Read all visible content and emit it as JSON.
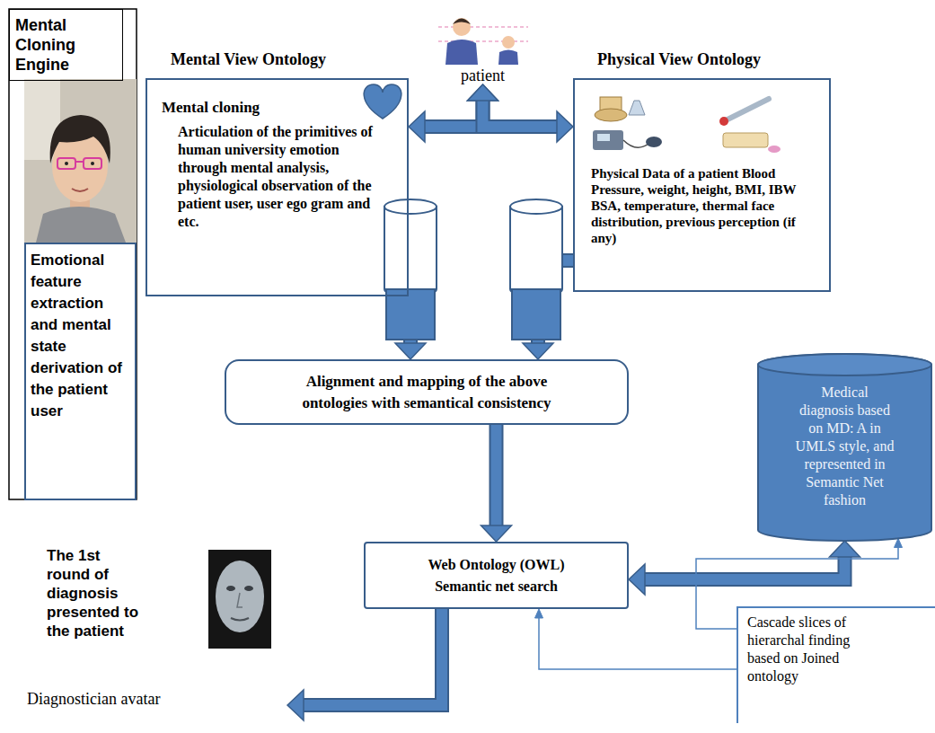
{
  "diagram": {
    "nodes": [
      {
        "text": [
          "Mental Cloning Engine"
        ]
      },
      {
        "text": [
          "Emotional feature extraction and mental state derivation of the patient user"
        ]
      },
      {
        "text": [
          "Mental View Ontology",
          "Mental cloning",
          "Articulation of the primitives of human university emotion through mental analysis, physiological observation of the patient user, user ego gram and etc."
        ]
      },
      {
        "text": [
          "patient"
        ]
      },
      {
        "text": [
          "Physical View Ontology",
          "Physical Data of a patient Blood Pressure, weight, height, BMI, IBW BSA, temperature, thermal face distribution, previous perception (if any)"
        ]
      },
      {
        "text": [
          "Alignment and mapping of the above ontologies with semantical consistency"
        ]
      },
      {
        "text": [
          "Web Ontology (OWL) Semantic net search"
        ]
      },
      {
        "text": [
          "Medical diagnosis based on MD: A in UMLS style, and represented in Semantic Net fashion"
        ]
      },
      {
        "text": [
          "Diagnostician avatar"
        ]
      },
      {
        "text": [
          "Cascade slices of hierarchal finding based on Joined ontology"
        ]
      }
    ],
    "edges": [
      {
        "from": 2,
        "to": 3,
        "arrow": "both"
      },
      {
        "from": 4,
        "to": 3,
        "arrow": "both"
      },
      {
        "from": 2,
        "to": 5,
        "arrow": "to"
      },
      {
        "from": 4,
        "to": 5,
        "arrow": "to"
      },
      {
        "from": 5,
        "to": 6,
        "arrow": "to"
      },
      {
        "from": 6,
        "to": 7,
        "arrow": "both"
      },
      {
        "from": 6,
        "to": 8,
        "arrow": "to"
      },
      {
        "from": 9,
        "to": 6,
        "arrow": "to"
      },
      {
        "from": 9,
        "to": 7,
        "arrow": "to"
      }
    ],
    "labels": [
      "The 1st round of diagnosis presented to the patient"
    ]
  }
}
